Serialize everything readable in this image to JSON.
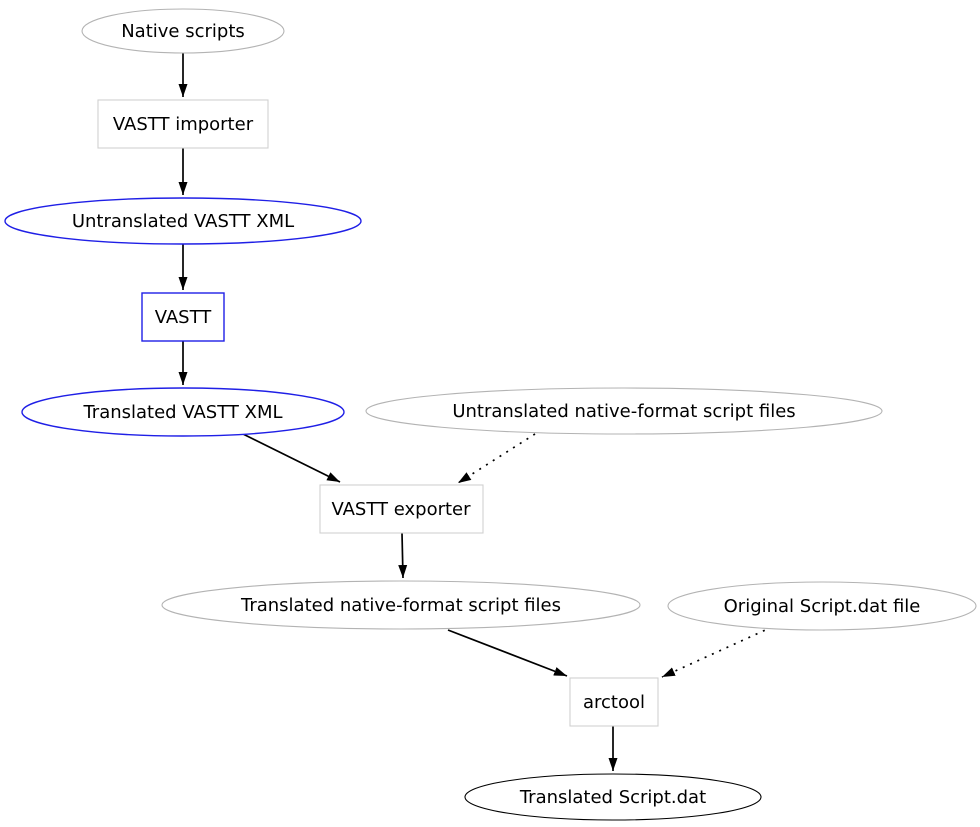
{
  "diagram": {
    "type": "flowchart",
    "direction": "top-down",
    "colors": {
      "background": "#ffffff",
      "node_fill": "#ffffff",
      "text": "#000000",
      "edge": "#000000",
      "gray_ellipse_border": "#b3b3b3",
      "gray_rect_border": "#d0d0d0",
      "blue_border": "#1f1fe6",
      "black_border": "#000000"
    },
    "nodes": [
      {
        "id": "native-scripts",
        "label": "Native scripts",
        "shape": "ellipse",
        "border": "gray"
      },
      {
        "id": "vastt-importer",
        "label": "VASTT importer",
        "shape": "box",
        "border": "gray"
      },
      {
        "id": "untranslated-vastt-xml",
        "label": "Untranslated VASTT XML",
        "shape": "ellipse",
        "border": "blue"
      },
      {
        "id": "vastt",
        "label": "VASTT",
        "shape": "box",
        "border": "blue"
      },
      {
        "id": "translated-vastt-xml",
        "label": "Translated VASTT XML",
        "shape": "ellipse",
        "border": "blue"
      },
      {
        "id": "untranslated-native-format-script-files",
        "label": "Untranslated native-format script files",
        "shape": "ellipse",
        "border": "gray"
      },
      {
        "id": "vastt-exporter",
        "label": "VASTT exporter",
        "shape": "box",
        "border": "gray"
      },
      {
        "id": "translated-native-format-script-files",
        "label": "Translated native-format script files",
        "shape": "ellipse",
        "border": "gray"
      },
      {
        "id": "original-script-dat-file",
        "label": "Original Script.dat file",
        "shape": "ellipse",
        "border": "gray"
      },
      {
        "id": "arctool",
        "label": "arctool",
        "shape": "box",
        "border": "gray"
      },
      {
        "id": "translated-script-dat",
        "label": "Translated Script.dat",
        "shape": "ellipse",
        "border": "black"
      }
    ],
    "edges": [
      {
        "from": "native-scripts",
        "to": "vastt-importer",
        "style": "solid"
      },
      {
        "from": "vastt-importer",
        "to": "untranslated-vastt-xml",
        "style": "solid"
      },
      {
        "from": "untranslated-vastt-xml",
        "to": "vastt",
        "style": "solid"
      },
      {
        "from": "vastt",
        "to": "translated-vastt-xml",
        "style": "solid"
      },
      {
        "from": "translated-vastt-xml",
        "to": "vastt-exporter",
        "style": "solid"
      },
      {
        "from": "untranslated-native-format-script-files",
        "to": "vastt-exporter",
        "style": "dotted"
      },
      {
        "from": "vastt-exporter",
        "to": "translated-native-format-script-files",
        "style": "solid"
      },
      {
        "from": "translated-native-format-script-files",
        "to": "arctool",
        "style": "solid"
      },
      {
        "from": "original-script-dat-file",
        "to": "arctool",
        "style": "dotted"
      },
      {
        "from": "arctool",
        "to": "translated-script-dat",
        "style": "solid"
      }
    ]
  }
}
